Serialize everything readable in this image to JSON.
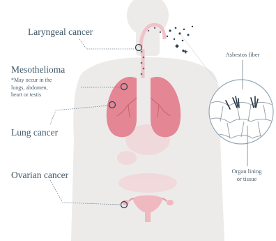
{
  "labels": {
    "laryngeal": "Laryngeal cancer",
    "mesothelioma": "Mesothelioma",
    "mesothelioma_note": [
      "*May occur in the",
      "lungs, abdomen,",
      "heart or testis"
    ],
    "lung": "Lung cancer",
    "ovarian": "Ovarian cancer"
  },
  "inset": {
    "asbestos_label": "Asbestos fiber",
    "organ_label": [
      "Organ lining",
      "or tissue"
    ]
  },
  "colors": {
    "body": "#ecebea",
    "lung": "#e48693",
    "lung_dark": "#c9606f",
    "organ_pale": "#f2c9cd",
    "line": "#6c7f8c",
    "fiber": "#243443"
  }
}
